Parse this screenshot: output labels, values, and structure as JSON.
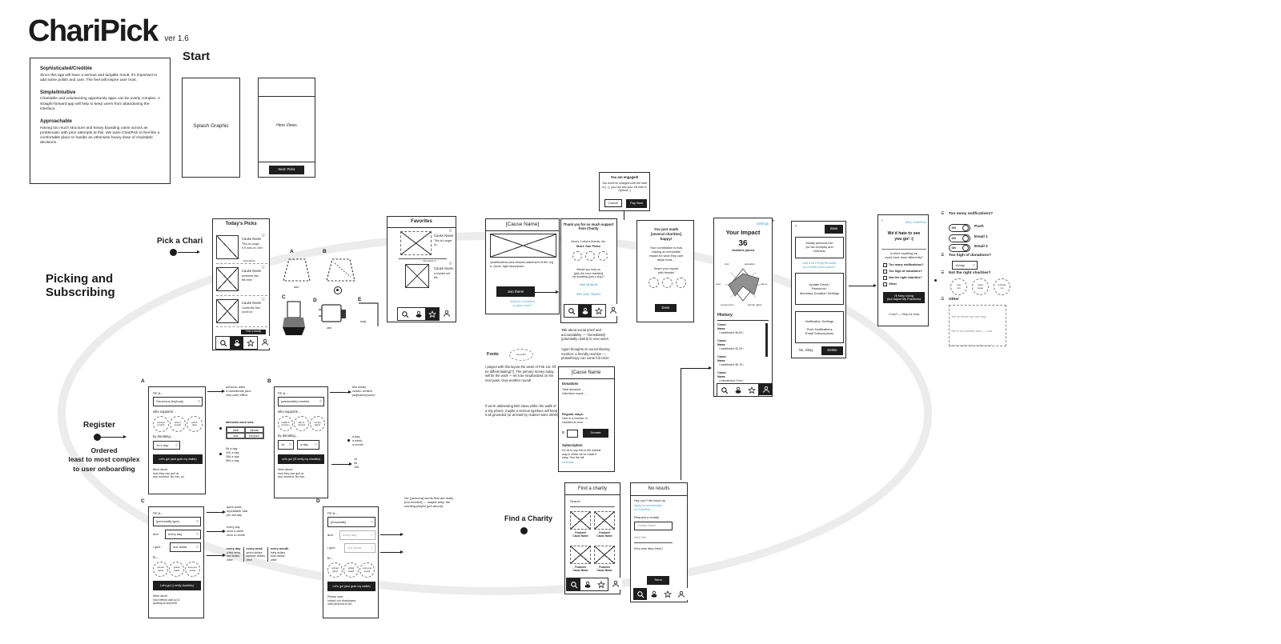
{
  "app": {
    "title": "ChariPick",
    "version": "ver 1.6"
  },
  "colors": {
    "accent_blue": "#4aa3c9",
    "ink": "#1c1c1c",
    "loop_gray": "#ececec"
  },
  "icons": {
    "caret": "▽",
    "back": "‹",
    "close": "×",
    "star": "☆",
    "note": "☰"
  },
  "brief": {
    "sections": [
      {
        "heading": "Sophisticated/Credible",
        "body": "Since this app will have a serious and tangible result, it's important to add some polish and care. The feel will inspire user trust."
      },
      {
        "heading": "Simple/Intuitive",
        "body": "Charitable and volunteering opportunity apps can be overly complex. A straight-forward app will help to keep users from abandoning the interface."
      },
      {
        "heading": "Approachable",
        "body": "Having too much structure and heavy branding came across as problematic with prior attempts at this. We want ChariPick to feel like a comfortable place to handle an otherwise heavy dose of charitable decisions."
      }
    ]
  },
  "start": {
    "heading": "Start",
    "splash": "Splash Graphic",
    "hero": "Hero Views",
    "next_button": "Next: Picks"
  },
  "flow": {
    "pick_label": "Pick a Chari",
    "section_label": "Picking and\nSubscribing",
    "register_label": "Register",
    "register_note": "Ordered\nleast to most complex\nto user onboarding",
    "find_label": "Find a Charity"
  },
  "gestures": {
    "a": "A",
    "b": "B",
    "c": "C",
    "d": "D",
    "e": "E",
    "card": "card",
    "sway": "sway"
  },
  "today": {
    "title": "Today's Picks",
    "items": [
      {
        "name": "Cause Name",
        "desc": "This is Longe…\nif it runs on, trim"
      },
      {
        "name": "Cause Name",
        "desc": "pertinent info\nfits here"
      },
      {
        "name": "Cause Name",
        "desc": "Cards like this\nscroll on"
      }
    ],
    "divider_label": "Description",
    "chip": "Find a charity"
  },
  "favorites": {
    "title": "Favorites",
    "items": [
      {
        "name": "Cause Name",
        "desc": "This is Longer\nid…"
      },
      {
        "name": "Cause Name",
        "desc": "a shorter set\nfits"
      }
    ],
    "divider_label": "Interested in"
  },
  "cause": {
    "title": "[Cause Name]",
    "blurb": "Qualifications and mission statement of the org\na. Quick, tight description",
    "join_button": "Join them!",
    "link": "Want to volunteer\nor give more?",
    "fonts_label": "Fonts",
    "font_sample": "Aa serif?",
    "note1": "I played with this layout the week of Feb 1st. It'll be differentiating(?). The primary money today will be the work — let it be emphasized on the next pass. Give another round!",
    "note2": "If we're addressing BIG ideas within the walls of a tiny phone, maybe a serious typeface will keep it all grounded (or at least try Gabriel Sans 2000!)"
  },
  "thanks": {
    "title": "Thank you for so much support\nfrom Charity",
    "line1": "Here's 3 others friends, etc.",
    "line2": "Share Your Picks!",
    "ask": "Would you help us\n[pick the next charities]\nby donating (just a tiny)?",
    "ask_link": "Yes! I'll do it!",
    "impact_link": "See your impact",
    "note1": "Talk about social proof and accountability — 'immediately' (potentially useful) to new users.",
    "note2": "Again thoughts on social sharing mention: a friendly reaction — philanthropy can come full circle."
  },
  "dialog": {
    "title": "You are engaged!",
    "body": "You won't be charged until the start of [...]; you can see your full total in Options :)",
    "cancel": "Cancel",
    "confirm": "Pay Now"
  },
  "celebrate": {
    "title": "You just made\n[several charities]\nhappy!",
    "body": "Your contribution is truly\nmaking an immediate\nimpact for what they care\nabout most…",
    "share": "Share your impact\nwith friends!",
    "done_button": "Done"
  },
  "impact": {
    "settings_link": "Settings",
    "title": "Your Impact",
    "count": "36",
    "count_label": "charities joined",
    "radar": {
      "labels": [
        "civic",
        "education",
        "food",
        "others",
        "environment",
        "human rights"
      ]
    },
    "history_label": "History",
    "entries": [
      {
        "name": "Cause\nName",
        "detail": "I contributed: $4.50 ›"
      },
      {
        "name": "Cause\nName",
        "detail": "I contributed: $1.25 ›"
      },
      {
        "name": "Cause\nName",
        "detail": "I contributed: $0.75 ›"
      },
      {
        "name": "Cause\nName",
        "detail": "I volunteered: 3 hrs ›"
      }
    ]
  },
  "settings": {
    "save_button": "Save",
    "box1": "Modify personal info\n(w/ tax receipts) and\ninterests",
    "link": "Add a BTC/PayPal wallet\nas a better send option?",
    "box2": "Update Email /\nPassword /\nMonetary Donation Settings",
    "box3": "Notification Settings\n\nPush Notifications\nEmail Subscriptions",
    "keep": "No, Okay",
    "delete_button": "Delete"
  },
  "why": {
    "header_link": "Why ChariPick",
    "title": "We'd hate to see\nyou go! :(",
    "question": "Is there anything we\ncould have done differently?",
    "options": [
      "Too many notifications?",
      "Too high of donations?",
      "Not the right charities?",
      "Other"
    ],
    "keep_button": "I'll Keep Using\n(but Adjust My Practices)",
    "quit_link": "I Can't — Stop for Now"
  },
  "right_notes": {
    "s1": {
      "heading": "Too many notifications?",
      "toggles": [
        {
          "state": "ON",
          "label": "Push"
        },
        {
          "state": "ON",
          "label": "Email 1"
        },
        {
          "state": "ON",
          "label": "Email 2"
        }
      ]
    },
    "s2": {
      "heading": "Too high of donations?",
      "dropdown": "1¢/day"
    },
    "s3": {
      "heading": "Not the right charities?",
      "circles": [
        "new\nmix",
        "same\ncause",
        "surprise\nme"
      ]
    },
    "s4": {
      "heading": "Other",
      "placeholder": "Tell us where we can help.\nWe're all charities here — how\ndo we make this a better one?"
    }
  },
  "onboard": {
    "a": {
      "label": "A",
      "ima": "I'm a…",
      "persona": "Generous Anybody",
      "supports": "who supports…",
      "circles": [
        "animals\n& earth",
        "kids &\npeople",
        "arts &\nother"
      ],
      "donating": "by donating…",
      "amount": "1¢ a day",
      "go_button": "Let's go! (and grab my wallet)",
      "footnote": "Blurb about\nhow they can quit at\nany moment. No risk, yo."
    },
    "a_notes": {
      "n1": "persona: adds\na considerate (and\nvery cute) effect",
      "n2_head": "alternate word sets",
      "table": [
        [
          "earth",
          "animals"
        ],
        [
          "kids",
          "everyone"
        ]
      ],
      "n3": "5¢ a day\n10¢ a day\n25¢ a day\n50¢ a day"
    },
    "b": {
      "label": "B",
      "ima": "I'm a…",
      "persona": "passionately creative",
      "supports": "who supports…",
      "circles": [
        "health &\nrecovery",
        "kids &\nschools",
        "our big\nplanet"
      ],
      "donating": "by donating…",
      "amount1": "1¢",
      "amount2": "a day",
      "go_button": "Let's go! (I'll verify my charities)",
      "footnote": "More about:\nhow they can quit at\nany moment. No risk."
    },
    "b_notes": {
      "n1": "two words\ncombo verified\n(adjective)(noun)",
      "n2": "a day,\na week,\na month",
      "n3": "1¢\n5¢\n10¢"
    },
    "c": {
      "label": "C",
      "ima": "I'm a…",
      "persona": "[personality type]",
      "and_label": "and",
      "freq": "every day",
      "give_label": "I give",
      "amount": "one dollar",
      "to_label": "to…",
      "circles": [
        "animal\nrights",
        "global\nhealth",
        "everyone\n(local)"
      ],
      "go_button": "Let's go! (I verify charities)",
      "footnote": "More about\nhow effects add up &\nquitting at any time."
    },
    "c_notes": {
      "n1": "quick picks,\nrepeatable, fast\nper-set day",
      "n2": "every day\nonce a week\nonce a month",
      "cols": [
        {
          "head": "every day",
          "rows": "a few cents\ntwo dollars\nother"
        },
        {
          "head": "every week",
          "rows": "seven dollars\nfourteen dollars\nother"
        },
        {
          "head": "every month",
          "rows": "thirty dollars\nsixty dollars\nother"
        }
      ]
    },
    "d": {
      "label": "D",
      "ima": "I'm a…",
      "persona": "personality",
      "and_label": "and",
      "freq": "every day",
      "give_label": "I give",
      "amount": "one dollar",
      "to_label": "to…",
      "circles": [
        "animal\nrights",
        "global\nhealth",
        "everyone\n(local)"
      ],
      "go_button": "Let's go! (and grab my wallet)",
      "footnote": "Please note:\nlocked-out dropdowns\nuntil persona is set."
    },
    "d_note": "No: [persona] words that are really\n[not-needed] — maybe keep the\nwording playful (per above)."
  },
  "cause2": {
    "title": "[Cause Name",
    "s1": "Donations",
    "l1": "Total donated: …\nVolunteer count: …",
    "regular": "Regular ways:",
    "rbody": "Give to a number of\ncharities at once…",
    "currency": "$",
    "donate_button": "Donate",
    "sub": "Subscription",
    "sbody": "It's ok to say this is the easiest\nway in which we've made it\neasy. See the full",
    "slink": "schedule."
  },
  "find": {
    "title": "Find a charity",
    "search_label": "Search",
    "cards": [
      "Featured\nCause Name",
      "Featured\nCause Name",
      "Featured\nCause Name",
      "Featured\nCause Name"
    ]
  },
  "noresults": {
    "title": "No results",
    "line1": "Hey, you?! We found zip.",
    "link": "Apply for membership\non ChariPick",
    "request_label": "Request a charity",
    "input1": "Charity Name",
    "input2": "Web Site",
    "line3": "Who else likes them?",
    "send_button": "Send"
  }
}
